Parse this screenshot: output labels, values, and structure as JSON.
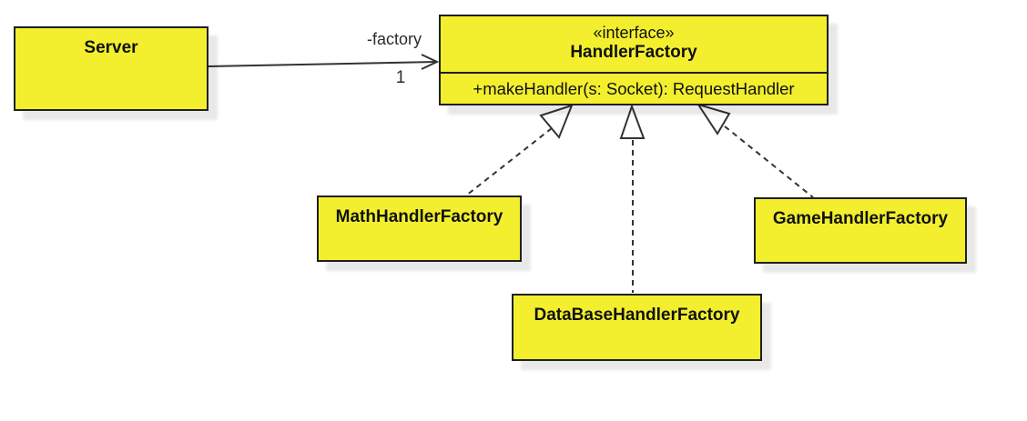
{
  "diagram_type": "uml-class-diagram",
  "colors": {
    "node_fill": "#f3ef2e",
    "node_border": "#1f1f1f",
    "connector": "#333333",
    "background": "#ffffff"
  },
  "nodes": {
    "server": {
      "label": "Server"
    },
    "handler_factory": {
      "stereotype": "«interface»",
      "name": "HandlerFactory",
      "operations": [
        "+makeHandler(s: Socket): RequestHandler"
      ]
    },
    "math_handler_factory": {
      "label": "MathHandlerFactory"
    },
    "database_handler_factory": {
      "label": "DataBaseHandlerFactory"
    },
    "game_handler_factory": {
      "label": "GameHandlerFactory"
    }
  },
  "edges": {
    "server_to_factory": {
      "type": "directed-association",
      "label": "-factory",
      "multiplicity": "1"
    },
    "realizations": [
      {
        "from": "MathHandlerFactory",
        "to": "HandlerFactory"
      },
      {
        "from": "DataBaseHandlerFactory",
        "to": "HandlerFactory"
      },
      {
        "from": "GameHandlerFactory",
        "to": "HandlerFactory"
      }
    ]
  }
}
